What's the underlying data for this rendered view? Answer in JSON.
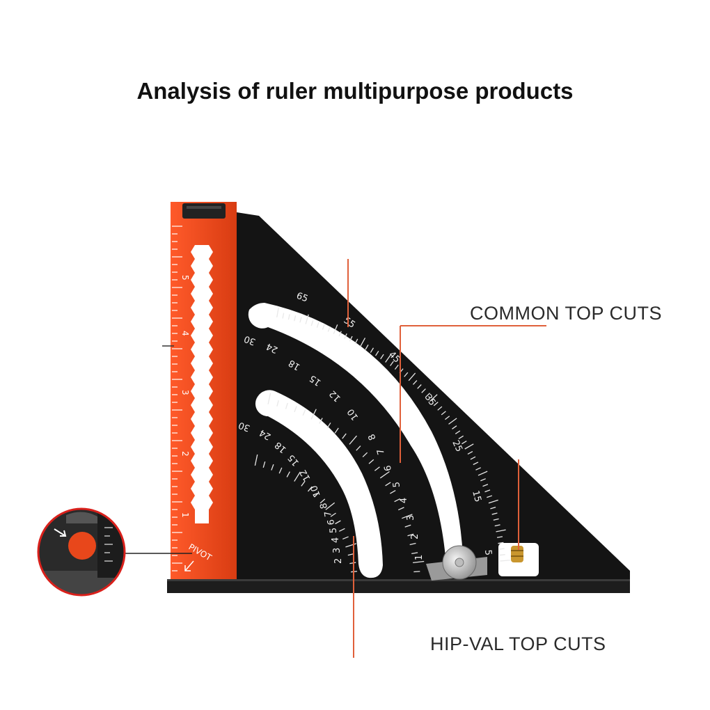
{
  "title": "Analysis of ruler multipurpose products",
  "callouts": {
    "common_top_cuts": "COMMON TOP CUTS",
    "hip_val_top_cuts": "HIP-VAL TOP CUTS"
  },
  "red_ruler": {
    "inch_numbers": [
      "5",
      "4",
      "3",
      "2",
      "1"
    ],
    "pivot_label": "PIVOT"
  },
  "outer_arc_degrees": [
    "65",
    "55",
    "45",
    "35",
    "25",
    "15",
    "5"
  ],
  "common_pitch_numbers": [
    "30",
    "24",
    "18",
    "15",
    "12",
    "10",
    "8",
    "7",
    "6",
    "5",
    "4",
    "3",
    "2",
    "1"
  ],
  "hip_pitch_numbers": [
    "30",
    "24",
    "18",
    "15",
    "12",
    "10",
    "8",
    "7",
    "6",
    "5",
    "4",
    "3",
    "2"
  ],
  "colors": {
    "ruler_orange": "#e2471c",
    "body_black": "#141414",
    "leader_line": "#e0603a"
  },
  "icons": [
    "brass-level-icon",
    "thumb-screw-icon",
    "pivot-hole-icon"
  ]
}
